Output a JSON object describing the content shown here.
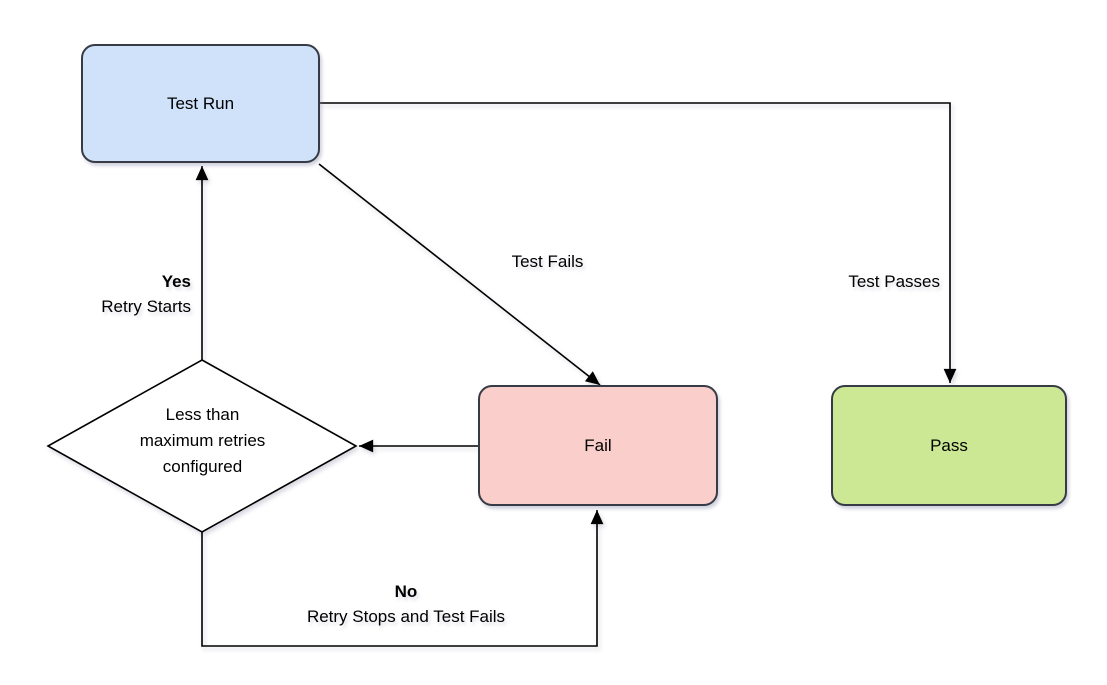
{
  "nodes": {
    "test_run": {
      "label": "Test Run",
      "fill": "#cfe2fa"
    },
    "fail": {
      "label": "Fail",
      "fill": "#f9cecb"
    },
    "pass": {
      "label": "Pass",
      "fill": "#cde894"
    },
    "decision": {
      "line1": "Less than",
      "line2": "maximum retries",
      "line3": "configured",
      "fill": "#ffffff"
    }
  },
  "edges": {
    "test_passes": {
      "label": "Test Passes"
    },
    "test_fails": {
      "label": "Test Fails"
    },
    "yes": {
      "decision_value": "Yes",
      "label": "Retry Starts"
    },
    "no": {
      "decision_value": "No",
      "label": "Retry Stops and Test Fails"
    }
  },
  "colors": {
    "node_border": "#363b45",
    "edge_line": "#000000",
    "text": "#000000",
    "background": "#ffffff"
  }
}
